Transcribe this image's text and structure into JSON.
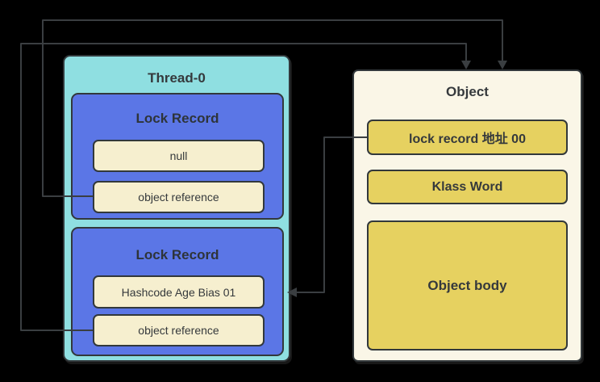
{
  "thread": {
    "title": "Thread-0",
    "lock_records": [
      {
        "title": "Lock Record",
        "slots": [
          {
            "label": "null"
          },
          {
            "label": "object reference"
          }
        ]
      },
      {
        "title": "Lock Record",
        "slots": [
          {
            "label": "Hashcode Age Bias 01"
          },
          {
            "label": "object reference"
          }
        ]
      }
    ]
  },
  "object": {
    "title": "Object",
    "fields": [
      {
        "label": "lock record 地址 00"
      },
      {
        "label": "Klass Word"
      },
      {
        "label": "Object body"
      }
    ]
  },
  "colors": {
    "background": "#000000",
    "thread_fill": "#8fdfe1",
    "lockrec_fill": "#5b76e6",
    "slot_fill": "#f6efcf",
    "object_fill": "#faf6e7",
    "field_fill": "#e6d160",
    "border": "#32383b",
    "arrow": "#3a3e41",
    "text": "#35393c"
  }
}
